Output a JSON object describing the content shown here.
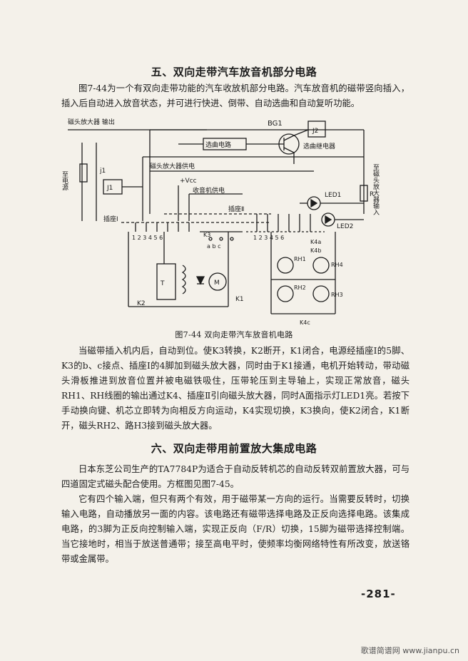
{
  "section5": {
    "title": "五、双向走带汽车放音机部分电路",
    "intro": "图7-44为一个有双向走带功能的汽车收放机部分电路。汽车放音机的磁带竖向插入，插入后自动进入放音状态，并可进行快进、倒带、自动选曲和自动复听功能。",
    "figure": {
      "labels": {
        "head_amp_output": "磁头放大器  输出",
        "bg1": "BG1",
        "j2": "J2",
        "select_circuit": "选曲电路",
        "select_relay": "选曲继电器",
        "head_amp_supply": "磁头放大器供电",
        "right_head_amp": "至磁头放大器输入",
        "j1_small": "j1",
        "j1": "J1",
        "vcc": "+Vcc",
        "radio_supply": "收音机供电",
        "led1": "LED1",
        "r": "R",
        "left_side": "至电源",
        "socket2": "插座Ⅱ",
        "socket1": "插座Ⅰ",
        "led2": "LED2",
        "socket1_pins": "1 2 3 4 5 6",
        "socket2_pins": "1 2 3 4 5 6",
        "k3": "K3",
        "abc": "a b c",
        "k4a": "K4a",
        "k4b": "K4b",
        "rh1": "RH1",
        "rh4": "RH4",
        "rh2": "RH2",
        "rh3": "RH3",
        "t": "T",
        "m": "M",
        "k2": "K2",
        "k1": "K1",
        "k4c": "K4c"
      },
      "caption": "图7-44  双向走带汽车放音机电路"
    },
    "body": "当磁带插入机内后，自动到位。使K3转换，K2断开，K1闭合，电源经插座Ⅰ的5脚、K3的b、c接点、插座Ⅰ的4脚加到磁头放大器，同时由于K1接通，电机开始转动，带动磁头滑板推进到放音位置并被电磁铁吸住，压带轮压到主导轴上，实现正常放音，磁头RH1、RH线圈的输出通过K4、插座Ⅱ引向磁头放大器，同时A面指示灯LED1亮。若按下手动换向键、机芯立即转为向相反方向运动，K4实现切换，K3换向，使K2闭合，K1断开，磁头RH2、路H3接到磁头放大器。"
  },
  "section6": {
    "title": "六、双向走带用前置放大集成电路",
    "p1": "日本东芝公司生产的TA7784P为适合于自动反转机芯的自动反转双前置放大器，可与四道固定式磁头配合使用。方框图见图7-45。",
    "p2": "它有四个输入端，但只有两个有效，用于磁带某一方向的运行。当需要反转时，切换输入电路，自动播放另一面的内容。该电路还有磁带选择电路及正反向选择电路。该集成电路，的3脚为正反向控制输入端，实现正反向（F/R）切换，15脚为磁带选择控制端。当它接地时，相当于放送普通带；接至高电平时，使频率均衡网络特性有所改变，放送铬带或金属带。"
  },
  "page_number": "-281-",
  "watermark": "歌谱简谱网 www.jianpu.cn"
}
